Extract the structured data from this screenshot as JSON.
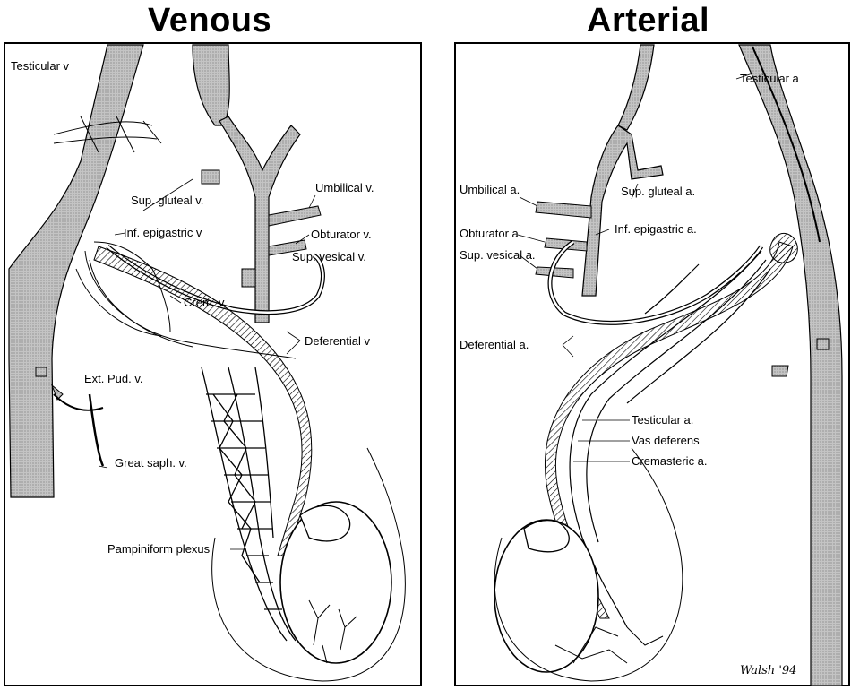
{
  "titles": {
    "venous": "Venous",
    "arterial": "Arterial"
  },
  "venous_labels": {
    "testicular_v": "Testicular v",
    "sup_gluteal_v": "Sup. gluteal v.",
    "umbilical_v": "Umbilical v.",
    "inf_epigastric_v": "Inf. epigastric v",
    "obturator_v": "Obturator v.",
    "sup_vesical_v": "Sup. vesical v.",
    "crem_v": "Crem. v.",
    "deferential_v": "Deferential v",
    "ext_pud_v": "Ext. Pud. v.",
    "great_saph_v": "Great saph. v.",
    "pampiniform_plexus": "Pampiniform plexus"
  },
  "arterial_labels": {
    "testicular_a_top": "Testicular a",
    "umbilical_a": "Umbilical a.",
    "sup_gluteal_a": "Sup. gluteal a.",
    "obturator_a": "Obturator a.",
    "inf_epigastric_a": "Inf. epigastric a.",
    "sup_vesical_a": "Sup. vesical a.",
    "deferential_a": "Deferential a.",
    "testicular_a": "Testicular a.",
    "vas_deferens": "Vas deferens",
    "cremasteric_a": "Cremasteric a."
  },
  "colors": {
    "vessel_fill": "#b8b8b8",
    "stroke": "#000000",
    "background": "#ffffff"
  }
}
